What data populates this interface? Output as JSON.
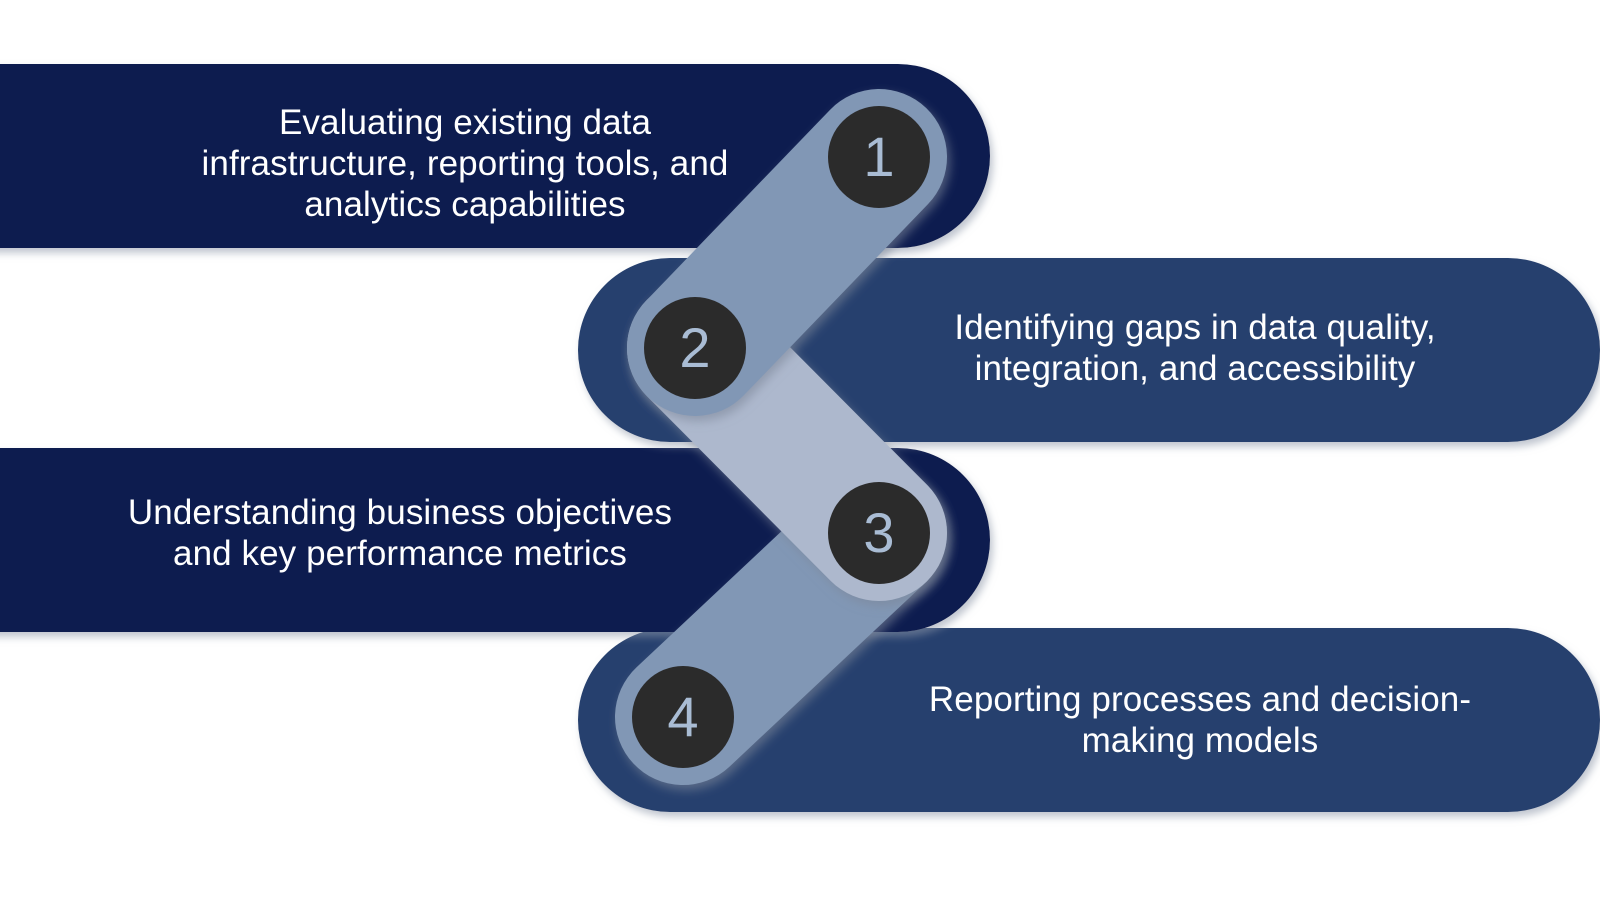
{
  "diagram": {
    "type": "zigzag-step-process",
    "background": "#ffffff",
    "palette": {
      "bar_dark": "#0c1a4f",
      "bar_medium": "#25406e",
      "ribbon_dark": "#8197b5",
      "ribbon_light": "#adb8cd",
      "circle_fill": "#2b2b2b",
      "number_text": "#a9bcd4",
      "bar_text": "#ffffff",
      "shadow": "#9aa3b5"
    },
    "steps": [
      {
        "number": "1",
        "text": "Evaluating existing data\ninfrastructure, reporting tools, and\nanalytics capabilities",
        "side": "left",
        "bar_color": "#0c1a4f"
      },
      {
        "number": "2",
        "text": "Identifying gaps in data quality,\nintegration, and accessibility",
        "side": "right",
        "bar_color": "#25406e"
      },
      {
        "number": "3",
        "text": "Understanding business objectives\nand key performance metrics",
        "side": "left",
        "bar_color": "#0c1a4f"
      },
      {
        "number": "4",
        "text": "Reporting processes and decision-\nmaking models",
        "side": "right",
        "bar_color": "#25406e"
      }
    ]
  }
}
